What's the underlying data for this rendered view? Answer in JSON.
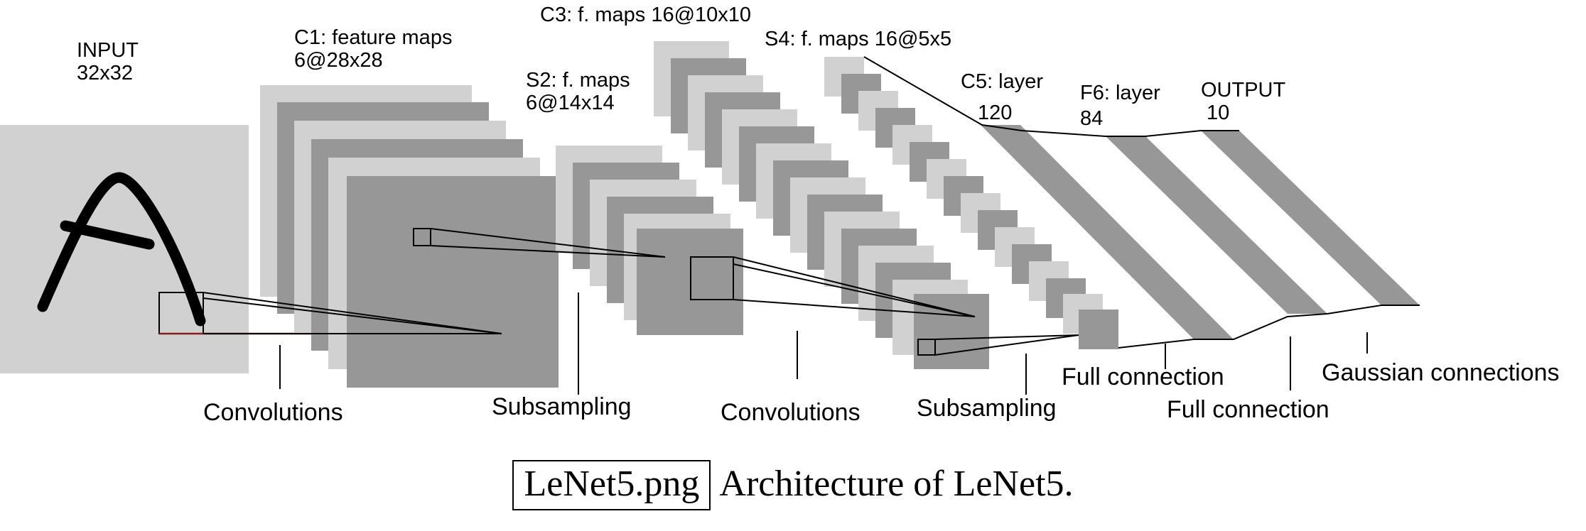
{
  "diagram": {
    "layer_labels": {
      "input": [
        "INPUT",
        "32x32"
      ],
      "c1": [
        "C1: feature maps",
        "6@28x28"
      ],
      "s2": [
        "S2: f. maps",
        "6@14x14"
      ],
      "c3": [
        "C3: f. maps 16@10x10"
      ],
      "s4": [
        "S4: f. maps 16@5x5"
      ],
      "c5": [
        "C5: layer",
        "120"
      ],
      "f6": [
        "F6: layer",
        " 84"
      ],
      "output": [
        "OUTPUT",
        "10"
      ]
    },
    "operation_labels": {
      "conv1": "Convolutions",
      "sub1": "Subsampling",
      "conv2": "Convolutions",
      "sub2": "Subsampling",
      "full1": "Full connection",
      "full2": "Full connection",
      "gauss": "Gaussian connections"
    },
    "colors": {
      "light_gray": "#d1d1d1",
      "dark_gray": "#979797",
      "stroke": "#000000",
      "receptive_line": "#8b1a1a"
    }
  },
  "caption": {
    "filename": "LeNet5.png",
    "text": "Architecture of LeNet5."
  }
}
